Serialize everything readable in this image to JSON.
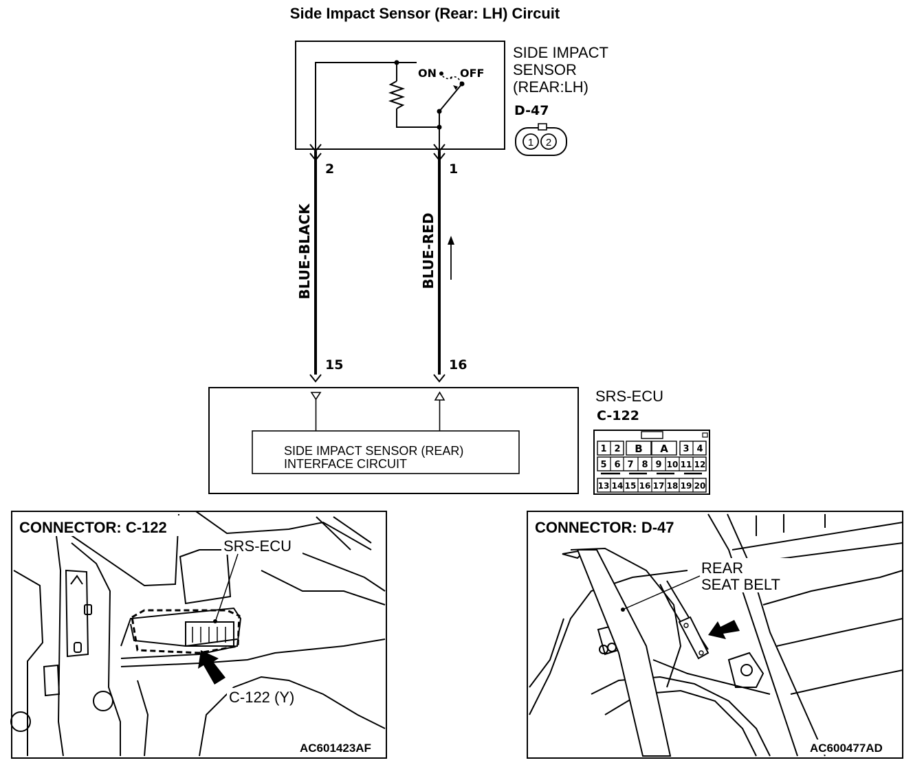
{
  "title": "Side Impact Sensor (Rear: LH) Circuit",
  "sensor": {
    "name_lines": [
      "SIDE IMPACT",
      "SENSOR",
      "(REAR:LH)"
    ],
    "connector": "D-47",
    "switch_on": "ON",
    "switch_off": "OFF",
    "face_pins": [
      "1",
      "2"
    ]
  },
  "wires": [
    {
      "top_pin": "2",
      "bottom_pin": "15",
      "color": "BLUE-BLACK"
    },
    {
      "top_pin": "1",
      "bottom_pin": "16",
      "color": "BLUE-RED"
    }
  ],
  "ecu": {
    "name": "SRS-ECU",
    "connector": "C-122",
    "interface_lines": [
      "SIDE IMPACT SENSOR (REAR)",
      "INTERFACE CIRCUIT"
    ],
    "face_top": [
      "1",
      "2",
      "B",
      "A",
      "3",
      "4"
    ],
    "face_mid": [
      "5",
      "6",
      "7",
      "8",
      "9",
      "10",
      "11",
      "12"
    ],
    "face_bot": [
      "13",
      "14",
      "15",
      "16",
      "17",
      "18",
      "19",
      "20"
    ]
  },
  "panel_left": {
    "heading": "CONNECTOR: C-122",
    "callout_ecu": "SRS-ECU",
    "callout_conn": "C-122 (Y)",
    "code": "AC601423AF"
  },
  "panel_right": {
    "heading": "CONNECTOR: D-47",
    "callout_lines": [
      "REAR",
      "SEAT BELT"
    ],
    "code": "AC600477AD"
  }
}
